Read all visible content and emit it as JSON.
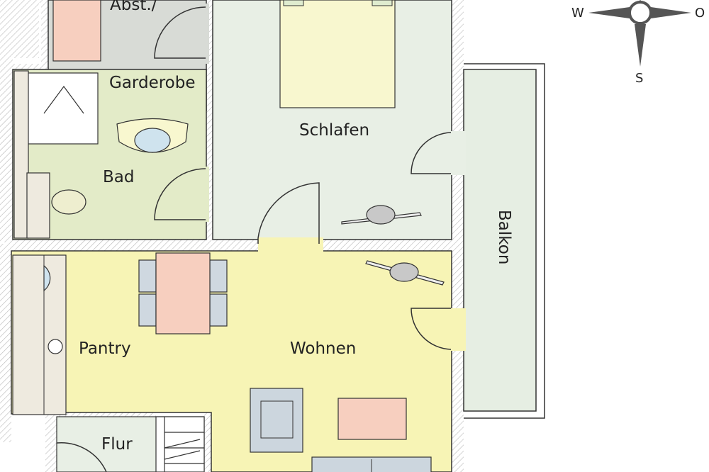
{
  "colors": {
    "wall_fill": "#ffffff",
    "wall_hatch": "#b0b0b0",
    "outline": "#333333",
    "schlafen": "#e8efe5",
    "bad": "#e3ebc8",
    "abstell": "#d8dbd6",
    "wohnen": "#f7f4b5",
    "flur": "#e8efe5",
    "balkon": "#e6eee3",
    "bed": "#f8f7cf",
    "pillow": "#dfeccf",
    "shower": "#ffffff",
    "sink": "#cfe3ee",
    "counter": "#eeeadf",
    "table": "#f7cfbf",
    "chair": "#cfd8e0",
    "sofa": "#ccd6de",
    "tv_table": "#f7cfbf",
    "fan": "#c8c8c8",
    "compass": "#555555"
  },
  "rooms": {
    "abstell": "Abst./",
    "garderobe": "Garderobe",
    "schlafen": "Schlafen",
    "bad": "Bad",
    "balkon": "Balkon",
    "pantry": "Pantry",
    "wohnen": "Wohnen",
    "flur": "Flur"
  },
  "compass": {
    "west": "W",
    "east": "O",
    "south": "S"
  }
}
